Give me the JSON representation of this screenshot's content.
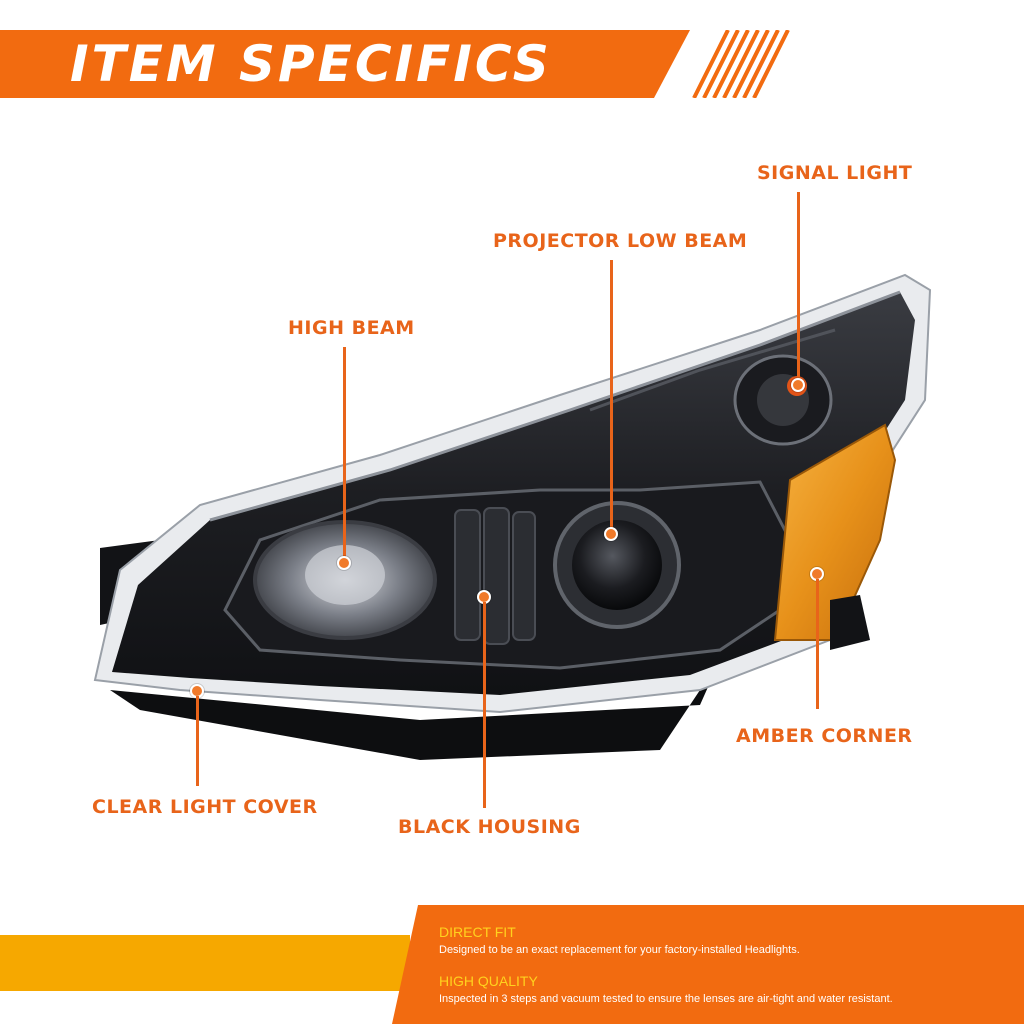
{
  "banner": {
    "title": "ITEM SPECIFICS"
  },
  "colors": {
    "accent": "#f26b10",
    "callout_text": "#e8641a",
    "feature_title": "#ffd21e",
    "yellow_bar": "#f6a800",
    "housing": "#1c1d20"
  },
  "callouts": {
    "signal_light": "SIGNAL LIGHT",
    "projector_low_beam": "PROJECTOR LOW BEAM",
    "high_beam": "HIGH BEAM",
    "amber_corner": "AMBER CORNER",
    "clear_light_cover": "CLEAR LIGHT COVER",
    "black_housing": "BLACK HOUSING"
  },
  "features": [
    {
      "title": "DIRECT FIT",
      "description": "Designed to be an exact replacement for your factory-installed Headlights."
    },
    {
      "title": "HIGH QUALITY",
      "description": "Inspected in 3 steps and vacuum tested to ensure the lenses are air-tight and water resistant."
    }
  ]
}
